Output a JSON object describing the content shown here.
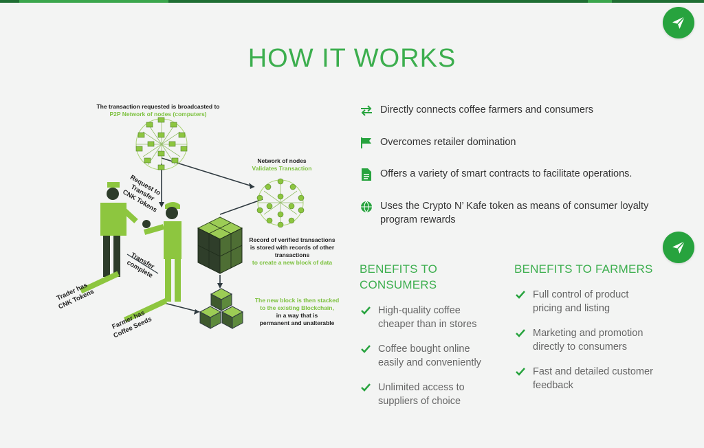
{
  "title": "HOW IT WORKS",
  "diagram": {
    "broadcast_line1": "The transaction requested is broadcasted to",
    "broadcast_line2": "P2P Network of nodes (computers)",
    "validate_line1": "Network of nodes",
    "validate_line2": "Validates Transaction",
    "request_line1": "Request to",
    "request_line2": "Transfer",
    "request_line3": "CNK Tokens",
    "record_line1": "Record of verified transactions",
    "record_line2": "is stored with records of other",
    "record_line3": "transactions",
    "record_line4": "to create a new block of data",
    "transfer_line1": "Transfer",
    "transfer_line2": "complete",
    "trader_line1": "Trader has",
    "trader_line2": "CNK Tokens",
    "farmer_line1": "Farmer has",
    "farmer_line2": "Coffee Seeds",
    "stack_line1": "The new block is then stacked",
    "stack_line2": "to the existing Blockchain,",
    "stack_line3": "in a way that is",
    "stack_line4": "permanent and unalterable"
  },
  "features": [
    {
      "icon": "exchange-arrows-icon",
      "text": "Directly connects coffee farmers and consumers"
    },
    {
      "icon": "flag-icon",
      "text": "Overcomes retailer domination"
    },
    {
      "icon": "document-icon",
      "text": "Offers a variety of smart contracts to facilitate operations."
    },
    {
      "icon": "globe-icon",
      "text": "Uses the Crypto N’ Kafe token as means of consumer loyalty program rewards"
    }
  ],
  "consumers": {
    "heading": "BENEFITS TO CONSUMERS",
    "items": [
      "High-quality coffee cheaper than in stores",
      "Coffee bought online easily and conveniently",
      "Unlimited access to suppliers of choice"
    ]
  },
  "farmers": {
    "heading": "BENEFITS TO FARMERS",
    "items": [
      "Full control of product pricing and listing",
      "Marketing and promotion directly to consumers",
      "Fast and detailed customer feedback"
    ]
  },
  "colors": {
    "accent": "#3cae4e",
    "fab": "#27a33e",
    "light_green": "#8dc63f",
    "dark_green": "#1f6e33"
  }
}
